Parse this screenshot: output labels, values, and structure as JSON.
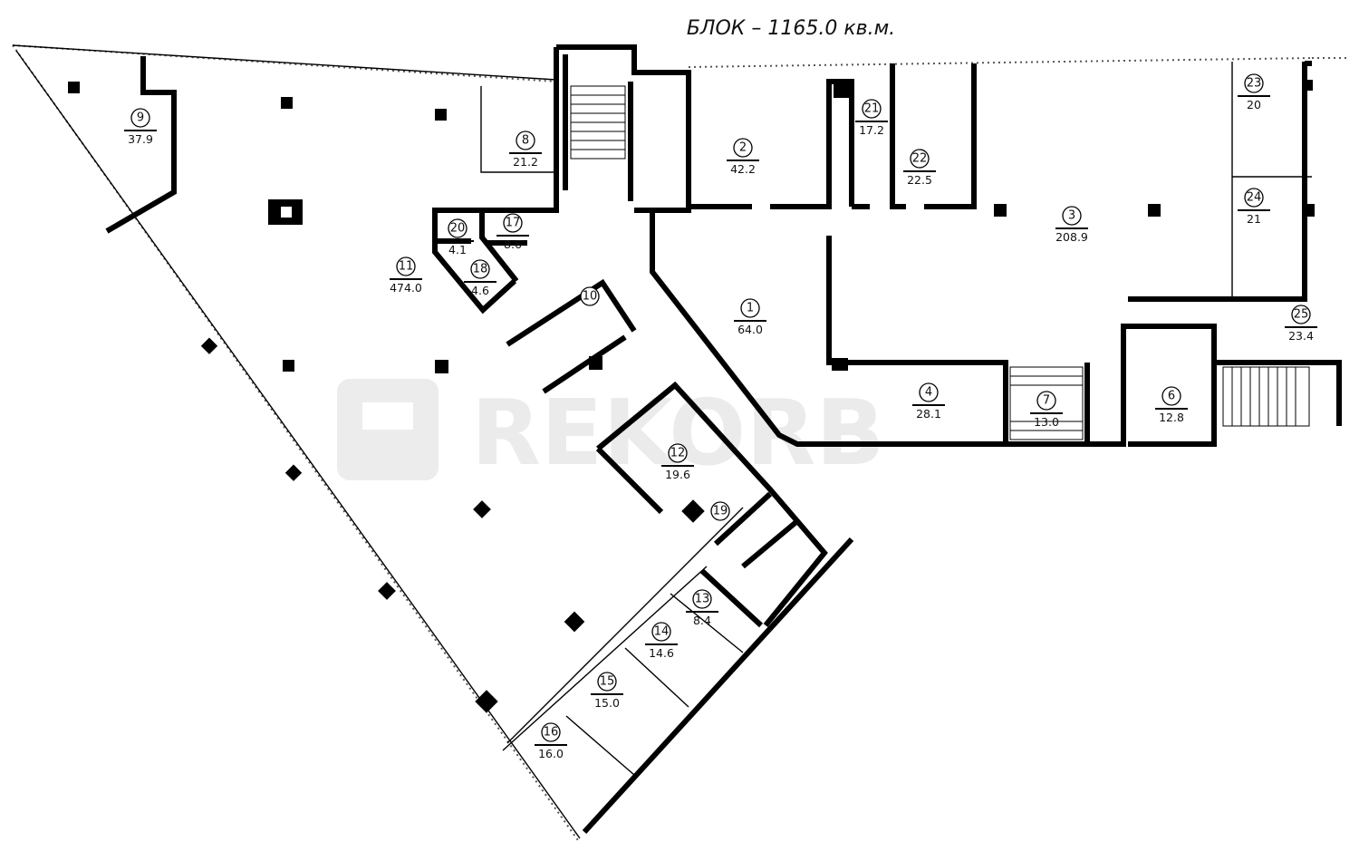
{
  "title": "БЛОК – 1165.0 кв.м.",
  "watermark": "REKORB",
  "rooms": [
    {
      "id": "1",
      "area": "64.0"
    },
    {
      "id": "2",
      "area": "42.2"
    },
    {
      "id": "3",
      "area": "208.9"
    },
    {
      "id": "4",
      "area": "28.1"
    },
    {
      "id": "6",
      "area": "12.8"
    },
    {
      "id": "7",
      "area": "13.0"
    },
    {
      "id": "8",
      "area": "21.2"
    },
    {
      "id": "9",
      "area": "37.9"
    },
    {
      "id": "10",
      "area": ""
    },
    {
      "id": "11",
      "area": "474.0"
    },
    {
      "id": "12",
      "area": "19.6"
    },
    {
      "id": "13",
      "area": "8.4"
    },
    {
      "id": "14",
      "area": "14.6"
    },
    {
      "id": "15",
      "area": "15.0"
    },
    {
      "id": "16",
      "area": "16.0"
    },
    {
      "id": "17",
      "area": "8.6"
    },
    {
      "id": "18",
      "area": "4.6"
    },
    {
      "id": "19",
      "area": ""
    },
    {
      "id": "20",
      "area": "4.1"
    },
    {
      "id": "21",
      "area": "17.2"
    },
    {
      "id": "22",
      "area": "22.5"
    },
    {
      "id": "23",
      "area": "20"
    },
    {
      "id": "24",
      "area": "21"
    },
    {
      "id": "25",
      "area": "23.4"
    }
  ]
}
